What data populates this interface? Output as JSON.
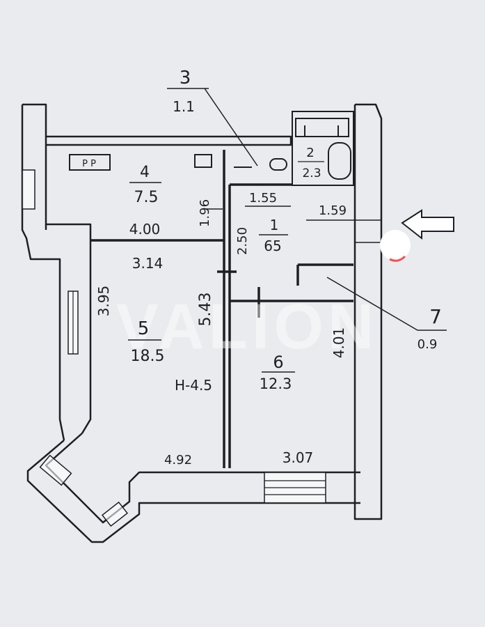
{
  "rooms": [
    {
      "number": "1",
      "area": "65"
    },
    {
      "number": "2",
      "area": "2.3"
    },
    {
      "number": "3",
      "area": "1.1"
    },
    {
      "number": "4",
      "area": "7.5"
    },
    {
      "number": "5",
      "area": "18.5"
    },
    {
      "number": "6",
      "area": "12.3"
    },
    {
      "number": "7",
      "area": "0.9"
    }
  ],
  "dimensions": {
    "d_155": "1.55",
    "d_159": "1.59",
    "d_196": "1.96",
    "d_250": "2.50",
    "d_400": "4.00",
    "d_314": "3.14",
    "d_395": "3.95",
    "d_543": "5.43",
    "d_401": "4.01",
    "d_492": "4.92",
    "d_307": "3.07"
  },
  "notes": {
    "ceiling_height": "H-4.5",
    "meter_box": "P P"
  },
  "watermark": "VALION",
  "colors": {
    "ink": "#1d1f24",
    "paper": "#e9ebee",
    "marker": "#ff4a4a"
  }
}
